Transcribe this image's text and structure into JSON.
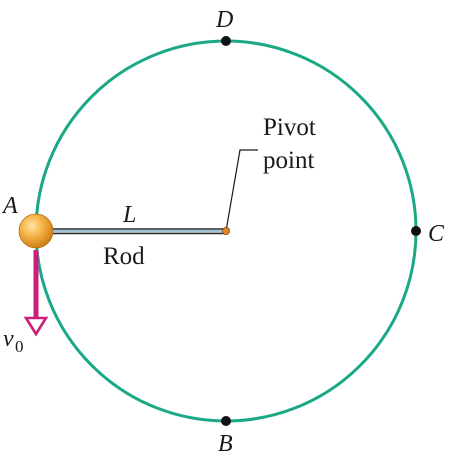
{
  "labels": {
    "point_a": "A",
    "point_b": "B",
    "point_c": "C",
    "point_d": "D",
    "rod_length": "L",
    "rod": "Rod",
    "pivot_line1": "Pivot",
    "pivot_line2": "point",
    "velocity_symbol": "v",
    "velocity_subscript": "0"
  },
  "colors": {
    "circle": "#1aa886",
    "velocity_arrow": "#cc1f7a",
    "ball": "#f0a020",
    "pivot": "#e0862a",
    "points": "#111111"
  }
}
